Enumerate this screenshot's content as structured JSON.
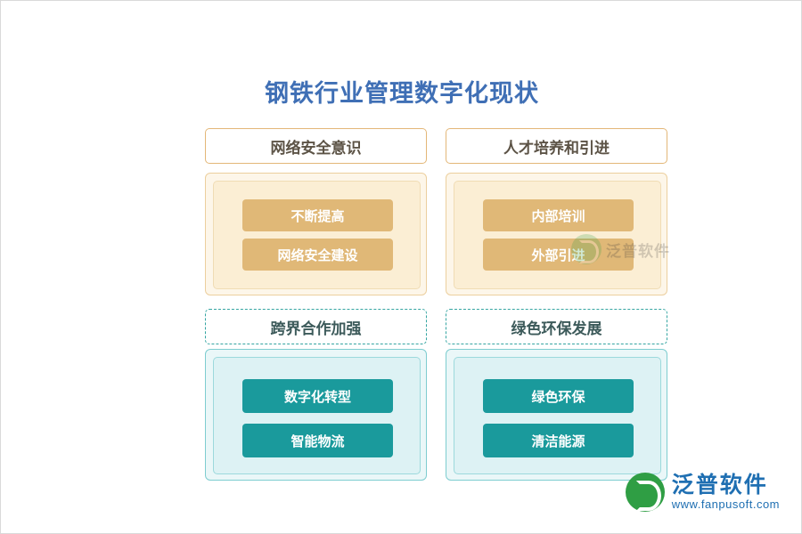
{
  "page": {
    "title": "钢铁行业管理数字化现状"
  },
  "diagram": {
    "columns": [
      {
        "header": {
          "label": "网络安全意识",
          "style": "orange-solid"
        },
        "items": [
          {
            "label": "不断提高"
          },
          {
            "label": "网络安全建设"
          }
        ],
        "header2": {
          "label": "跨界合作加强",
          "style": "teal-dashed"
        },
        "items2": [
          {
            "label": "数字化转型"
          },
          {
            "label": "智能物流"
          }
        ]
      },
      {
        "header": {
          "label": "人才培养和引进",
          "style": "orange-solid"
        },
        "items": [
          {
            "label": "内部培训"
          },
          {
            "label": "外部引进"
          }
        ],
        "header2": {
          "label": "绿色环保发展",
          "style": "teal-dashed"
        },
        "items2": [
          {
            "label": "绿色环保"
          },
          {
            "label": "清洁能源"
          }
        ]
      }
    ]
  },
  "watermark": {
    "text": "泛普软件"
  },
  "logo": {
    "name": "泛普软件",
    "url": "www.fanpusoft.com"
  },
  "colors": {
    "title": "#3f6fb5",
    "orange_item": "#e0b877",
    "orange_panel": "#fdf6e9",
    "teal_item": "#1a9a9c",
    "teal_panel": "#eaf7f8",
    "logo_blue": "#1f6fb2",
    "logo_green": "#2f9e44"
  }
}
